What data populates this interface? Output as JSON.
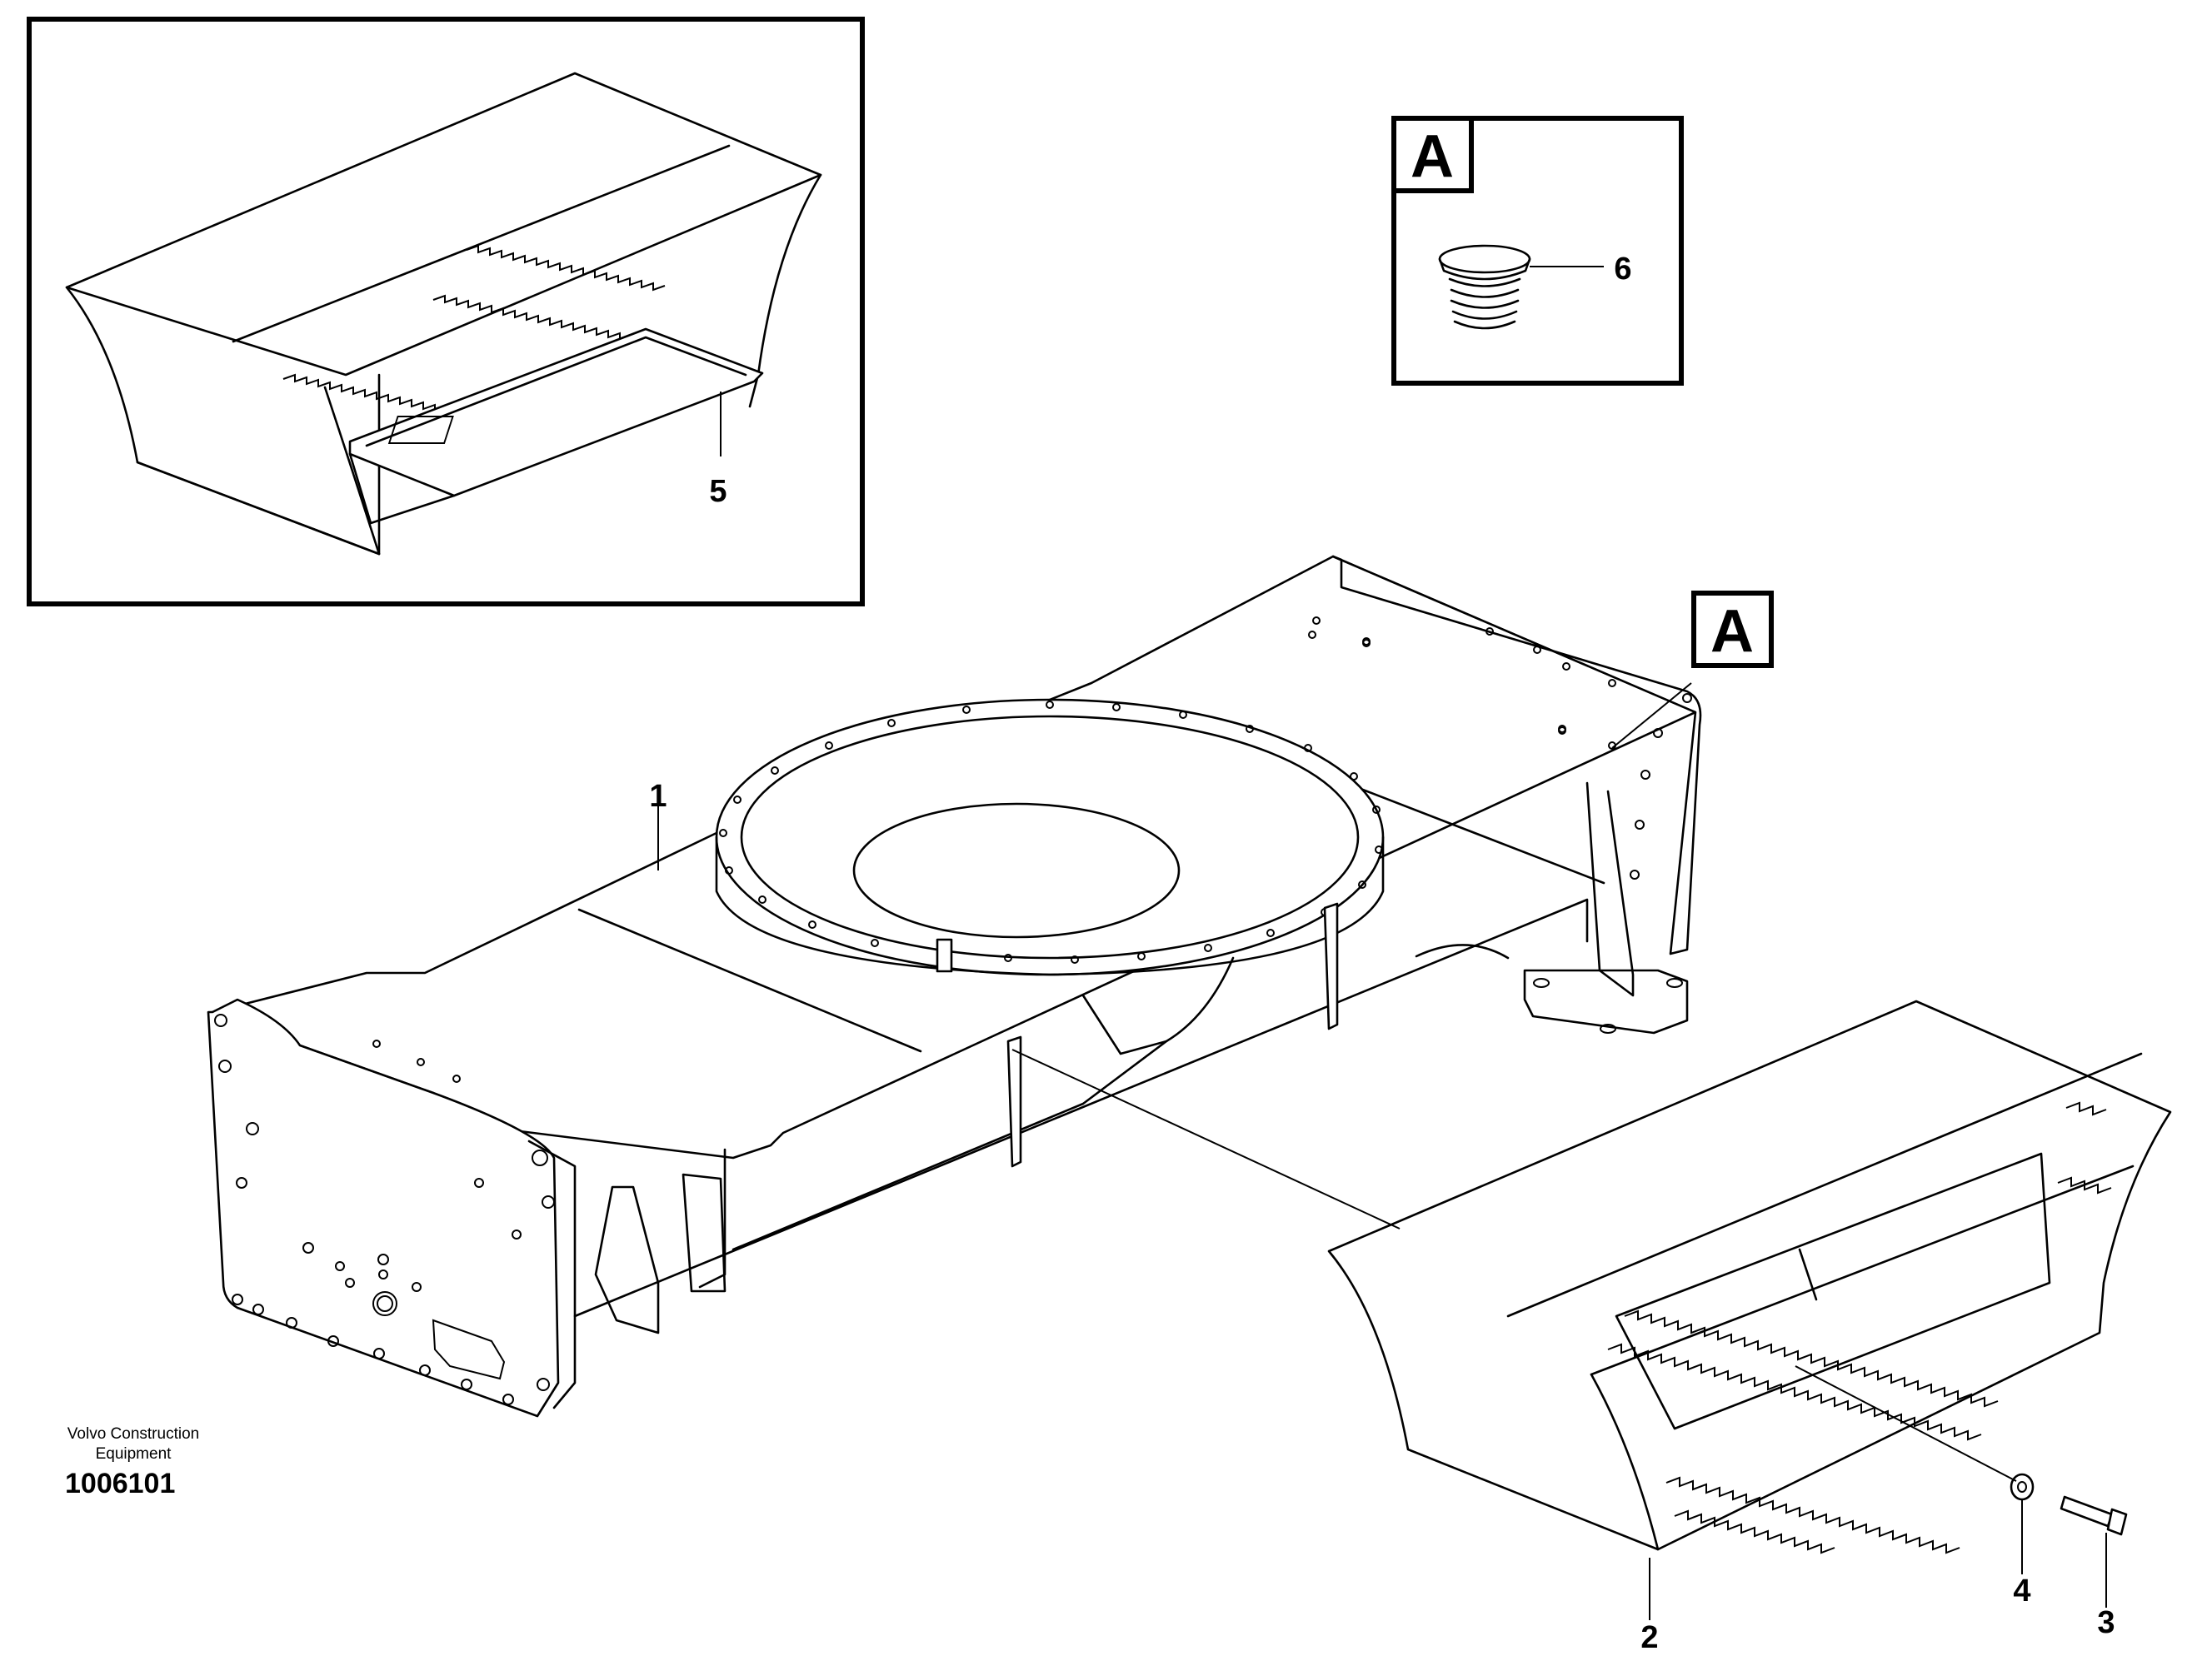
{
  "detail_view": {
    "label": "A"
  },
  "section_marker": {
    "label": "A"
  },
  "callouts": [
    "1",
    "2",
    "3",
    "4",
    "5",
    "6"
  ],
  "footer": {
    "company_line1": "Volvo Construction",
    "company_line2": "Equipment",
    "drawing_number": "1006101"
  }
}
